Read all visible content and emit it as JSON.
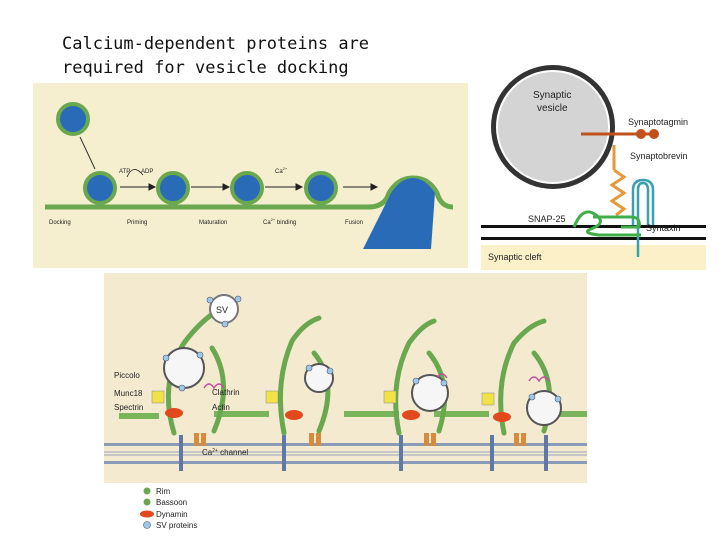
{
  "slide": {
    "title": "Calcium-dependent proteins are\nrequired for vesicle docking"
  },
  "docking_panel": {
    "steps": [
      "Docking",
      "Priming",
      "Maturation",
      "Ca2+ binding",
      "Fusion"
    ],
    "step_ca_prefix": "Ca",
    "step_ca_sup": "2+",
    "step_ca_suffix": " binding",
    "atp": "ATP",
    "adp": "ADP",
    "ca": "Ca",
    "ca_sup": "2+"
  },
  "snare_panel": {
    "vesicle_label_1": "Synaptic",
    "vesicle_label_2": "vesicle",
    "synaptotagmin": "Synaptotagmin",
    "synaptobrevin": "Synaptobrevin",
    "snap25": "SNAP-25",
    "syntaxin": "Syntaxin",
    "cleft": "Synaptic cleft"
  },
  "active_zone_panel": {
    "sv": "SV",
    "piccolo": "Piccolo",
    "munc18": "Munc18",
    "spectrin": "Spectrin",
    "clathrin": "Clathrin",
    "actin": "Actin",
    "ca_channel": "Ca",
    "ca_channel_sup": "2+",
    "ca_channel_suffix": " channel",
    "legend": {
      "rim": "Rim",
      "bassoon": "Bassoon",
      "dynamin": "Dynamin",
      "sv_proteins": "SV proteins"
    }
  },
  "colors": {
    "vesicle_fill": "#2a6bb8",
    "membrane_green": "#6aa84f",
    "panel_bg": "#f6efcf",
    "snare_bg": "#fbf0c8",
    "synaptotagmin": "#c0501c",
    "synaptobrevin": "#e39a3a",
    "syntaxin": "#3aa0b0",
    "snap25": "#3fae49",
    "cleft_bar": "#111111",
    "active_zone_bg": "#f3ead0",
    "dynamin": "#e24a1e"
  }
}
